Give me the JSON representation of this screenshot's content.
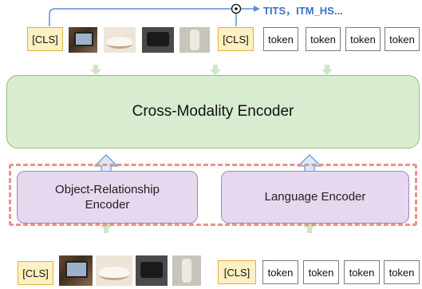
{
  "output_label": "TITS，ITM_HS...",
  "top_row": {
    "cls": "[CLS]",
    "tokens": [
      "token",
      "token",
      "token",
      "token"
    ]
  },
  "bottom_row": {
    "cls": "[CLS]",
    "tokens": [
      "token",
      "token",
      "token",
      "token"
    ]
  },
  "cross_encoder": {
    "label": "Cross-Modality Encoder"
  },
  "object_encoder": {
    "line1": "Object-Relationship",
    "line2": "Encoder"
  },
  "language_encoder": {
    "label": "Language Encoder"
  },
  "colors": {
    "encoder_fill": "#d8ecd0",
    "sub_fill": "#e6d8ee",
    "cls_fill": "#fdf0c2",
    "dashed": "#e8938d",
    "arrow": "#3b72c4"
  }
}
